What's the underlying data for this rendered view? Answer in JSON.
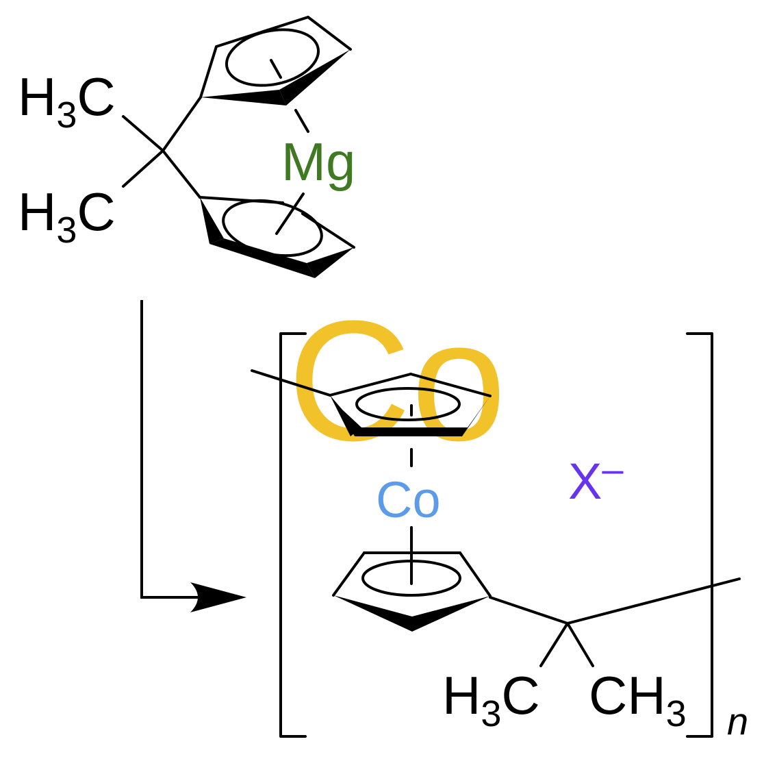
{
  "reactant": {
    "methyl_top": {
      "main": "H",
      "sub": "3",
      "tail": "C"
    },
    "methyl_bottom": {
      "main": "H",
      "sub": "3",
      "tail": "C"
    },
    "metal": "Mg"
  },
  "product": {
    "background_watermark": "Co",
    "metal": "Co",
    "counterion": {
      "symbol": "X",
      "charge": "–"
    },
    "methyl_left": {
      "main": "H",
      "sub": "3",
      "tail": "C"
    },
    "methyl_right": {
      "main": "CH",
      "sub": "3"
    },
    "repeat_index": "n"
  },
  "colors": {
    "bond": "#000000",
    "magnesium": "#3f7a22",
    "cobalt": "#5b9bea",
    "watermark": "#f2c22b",
    "counterion": "#6633ee"
  },
  "icons": {
    "reaction_arrow": "bent-arrow-icon"
  }
}
